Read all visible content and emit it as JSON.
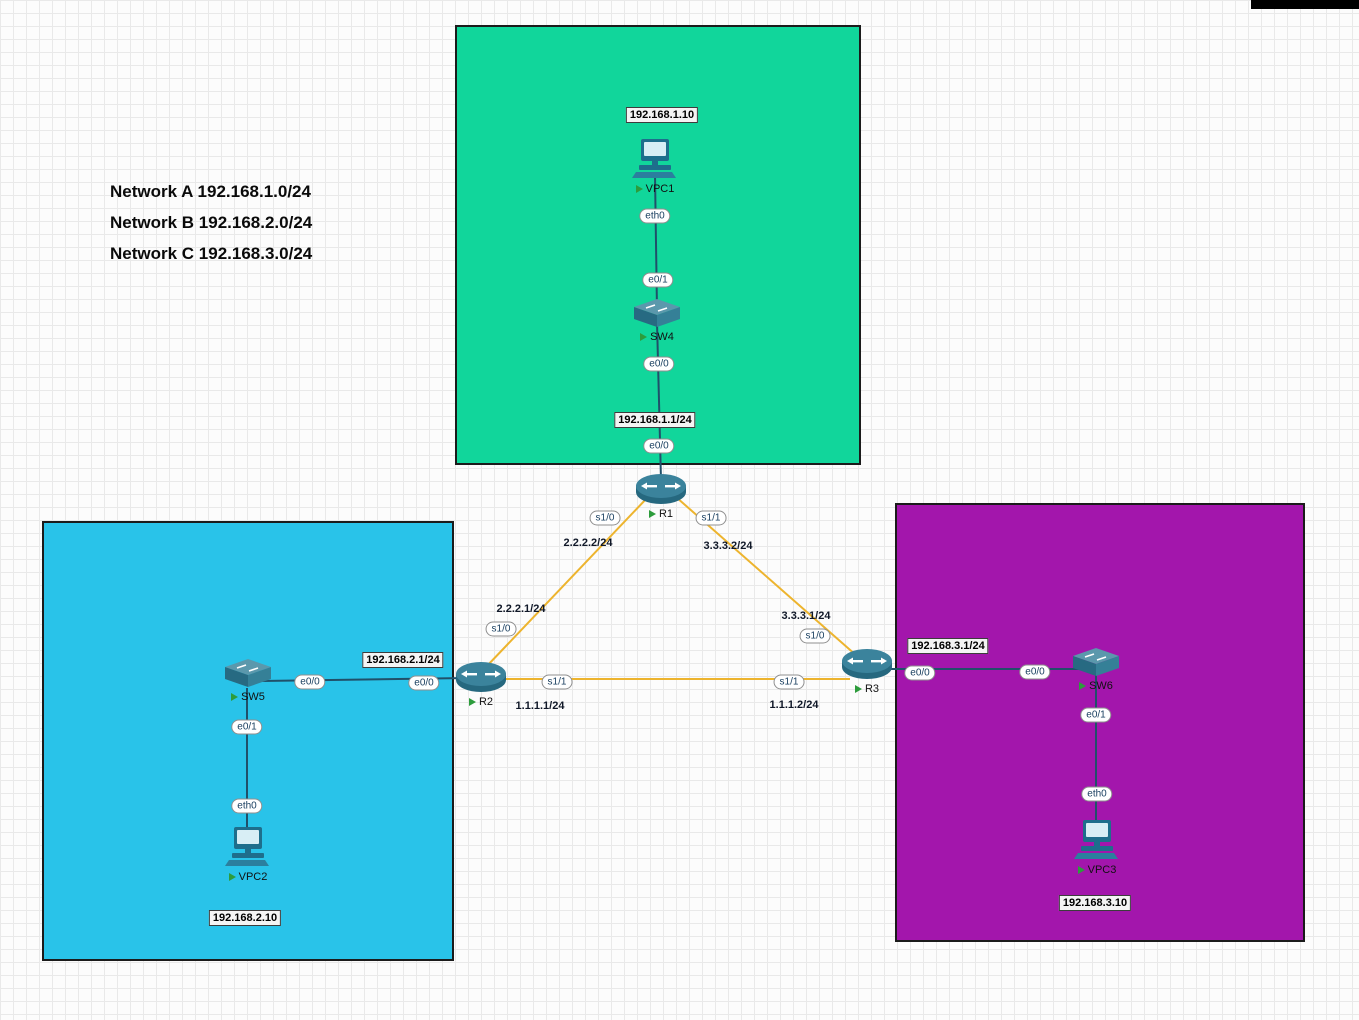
{
  "legend": {
    "lines": [
      "Network A 192.168.1.0/24",
      "Network B 192.168.2.0/24",
      "Network C 192.168.3.0/24"
    ]
  },
  "colors": {
    "zone_a": "#11d69b",
    "zone_b": "#29c3e9",
    "zone_c": "#a316ac",
    "serial_link": "#edb42e",
    "ethernet_link": "#20506a",
    "window_bar": "#000000"
  },
  "devices": {
    "vpc1": {
      "name": "VPC1"
    },
    "sw4": {
      "name": "SW4"
    },
    "r1": {
      "name": "R1"
    },
    "r2": {
      "name": "R2"
    },
    "r3": {
      "name": "R3"
    },
    "sw5": {
      "name": "SW5"
    },
    "vpc2": {
      "name": "VPC2"
    },
    "sw6": {
      "name": "SW6"
    },
    "vpc3": {
      "name": "VPC3"
    }
  },
  "ip_labels": {
    "vpc1_ip": "192.168.1.10",
    "r1_lan": "192.168.1.1/24",
    "r2_lan": "192.168.2.1/24",
    "vpc2_ip": "192.168.2.10",
    "r3_lan": "192.168.3.1/24",
    "vpc3_ip": "192.168.3.10",
    "r1_s10": "2.2.2.2/24",
    "r1_s11": "3.3.3.2/24",
    "r2_s10": "2.2.2.1/24",
    "r2_s11": "1.1.1.1/24",
    "r3_s10": "3.3.3.1/24",
    "r3_s11": "1.1.1.2/24"
  },
  "interfaces": {
    "vpc1_eth0": "eth0",
    "sw4_e01": "e0/1",
    "sw4_e00": "e0/0",
    "r1_e00": "e0/0",
    "r1_s10": "s1/0",
    "r1_s11": "s1/1",
    "r2_s10": "s1/0",
    "r2_s11": "s1/1",
    "r2_e00": "e0/0",
    "sw5_e00": "e0/0",
    "sw5_e01": "e0/1",
    "vpc2_eth0": "eth0",
    "r3_s10": "s1/0",
    "r3_s11": "s1/1",
    "r3_e00": "e0/0",
    "sw6_e00": "e0/0",
    "sw6_e01": "e0/1",
    "vpc3_eth0": "eth0"
  }
}
